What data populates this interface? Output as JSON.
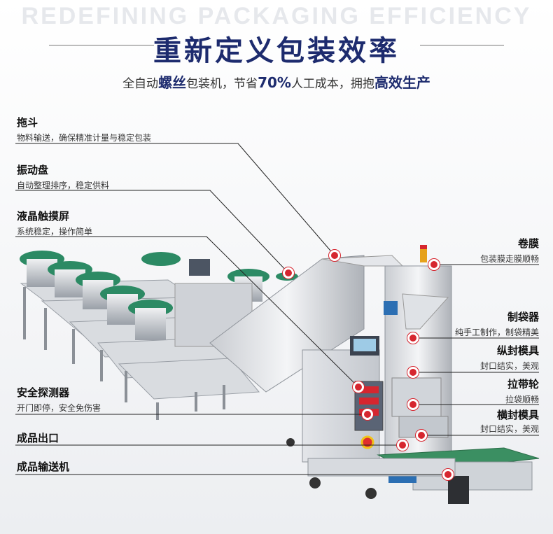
{
  "header": {
    "bg_text": "REDEFINING PACKAGING EFFICIENCY",
    "title": "重新定义包装效率",
    "subtitle_parts": [
      "全自动",
      "螺丝",
      "包装机，节省",
      "70%",
      "人工成本，拥抱",
      "高效生产"
    ]
  },
  "left_callouts": [
    {
      "label": "拖斗",
      "desc": "物料输送，确保精准计量与稳定包装"
    },
    {
      "label": "振动盘",
      "desc": "自动整理排序，稳定供料"
    },
    {
      "label": "液晶触摸屏",
      "desc": "系统稳定，操作简单"
    },
    {
      "label": "安全探测器",
      "desc": "开门即停，安全免伤害"
    },
    {
      "label": "成品出口",
      "desc": ""
    },
    {
      "label": "成品输送机",
      "desc": ""
    }
  ],
  "right_callouts": [
    {
      "label": "卷膜",
      "desc": "包装膜走膜顺畅"
    },
    {
      "label": "制袋器",
      "desc": "纯手工制作，制袋精美"
    },
    {
      "label": "纵封模具",
      "desc": "封口结实，美观"
    },
    {
      "label": "拉带轮",
      "desc": "拉袋顺畅"
    },
    {
      "label": "横封模具",
      "desc": "封口结实，美观"
    }
  ],
  "colors": {
    "accent": "#d6262f",
    "title": "#1d2b6e"
  }
}
